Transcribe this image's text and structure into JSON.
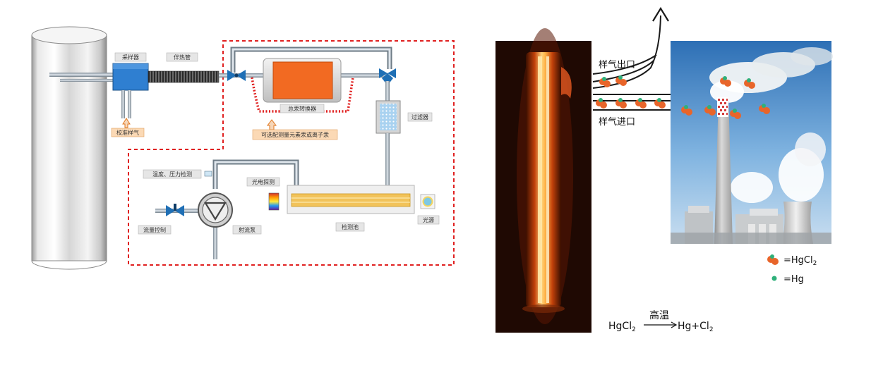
{
  "left_diagram": {
    "sampler": "采样器",
    "heat_pipe": "伴热管",
    "calibration_gas": "校准样气",
    "converter": "总汞转换器",
    "configurable_note": "可选配测量元素汞或离子汞",
    "filter": "过滤器",
    "temp_pressure": "温度、压力检测",
    "photo_detector": "光电探测",
    "flow_control": "流量控制",
    "pump": "射流泵",
    "detection_cell": "检测池",
    "light_source": "光源"
  },
  "right_diagram": {
    "sample_outlet": "样气出口",
    "sample_inlet": "样气进口",
    "legend_hgcl2": "=HgCl",
    "legend_hgcl2_sub": "2",
    "legend_hg": "=Hg",
    "formula_left": "HgCl",
    "formula_left_sub": "2",
    "formula_condition": "高温",
    "formula_right": "Hg+Cl",
    "formula_right_sub": "2"
  },
  "colors": {
    "dashed_red": "#e02020",
    "converter_orange": "#f26a22",
    "sampler_blue": "#2f7fd1",
    "hgcl2_orange": "#e8652a",
    "hg_green": "#2fb07a",
    "sky_blue": "#6fa8dc"
  }
}
